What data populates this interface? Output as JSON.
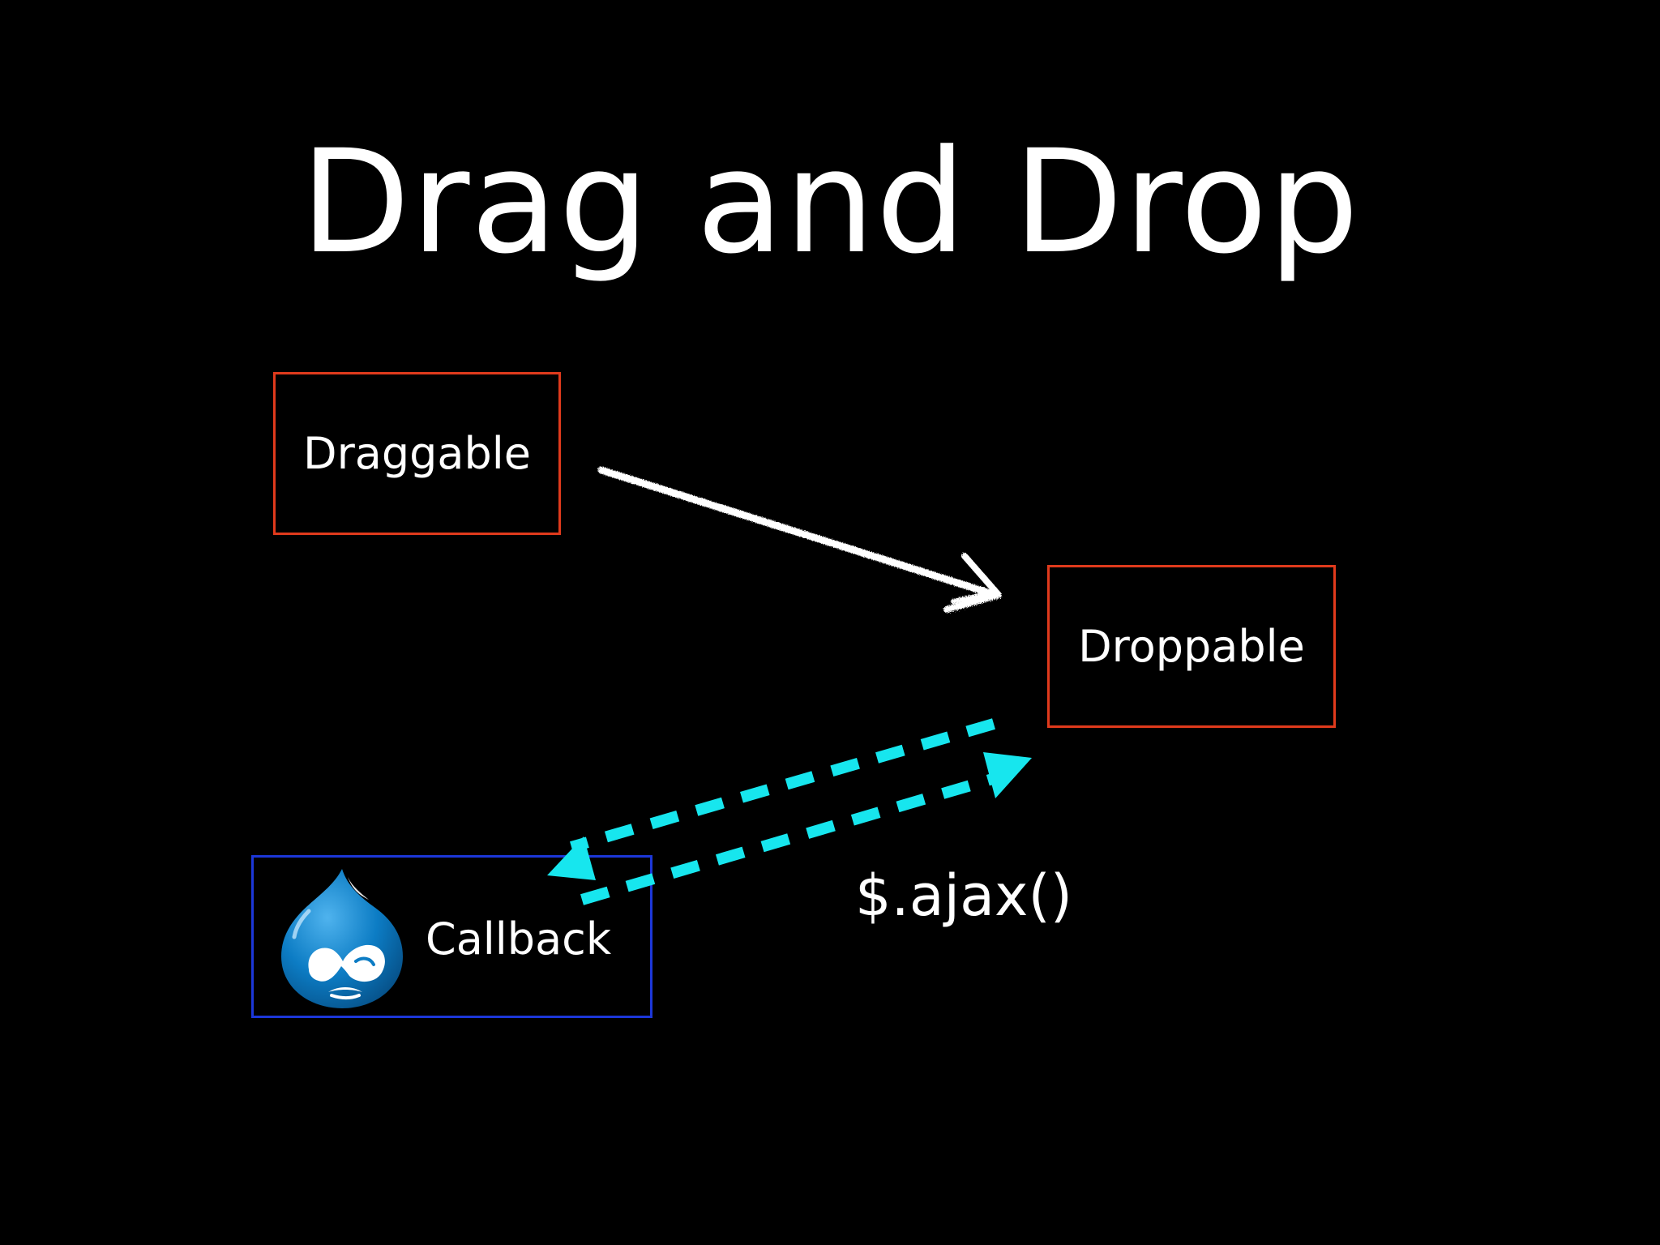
{
  "slide": {
    "title": "Drag and Drop",
    "draggable_label": "Draggable",
    "droppable_label": "Droppable",
    "callback_label": "Callback",
    "ajax_label": "$.ajax()"
  },
  "colors": {
    "background": "#000000",
    "text": "#ffffff",
    "element_box_border": "#e03a1c",
    "callback_box_border": "#1c37d8",
    "ajax_arrow": "#17e6ee",
    "drag_arrow": "#ffffff",
    "drupal_blue": "#0c7cc4"
  },
  "icons": {
    "callback_logo": "drupal-drop-logo",
    "drag_arrow": "chalk-arrow-right-down",
    "ajax_arrows": "dashed-bidirectional-arrows"
  }
}
